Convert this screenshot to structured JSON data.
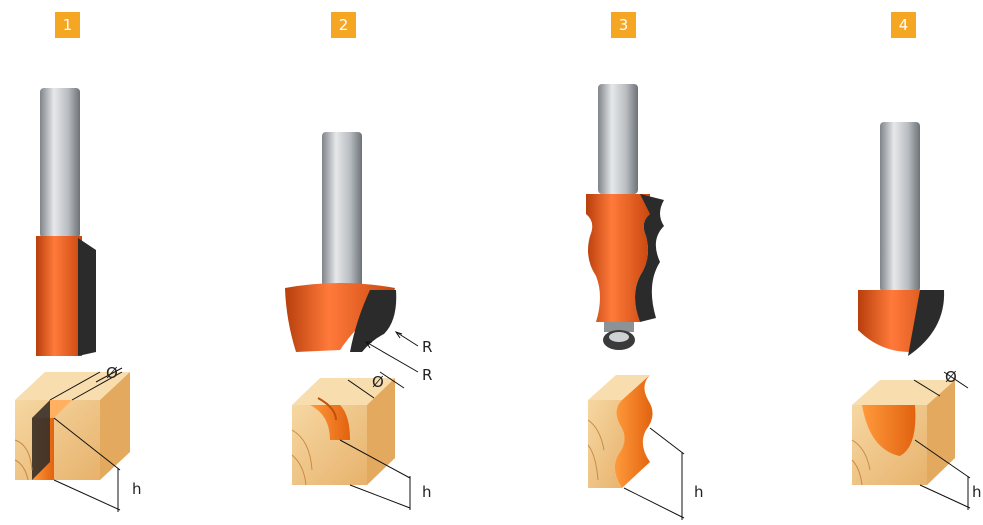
{
  "colors": {
    "badge": "#f5a623",
    "cutter": "#e0561a",
    "cutter_dark": "#9c3208",
    "shank": "#b9bdc1",
    "blade": "#2b2b2b",
    "wood": "#f2c98a",
    "wood_dark": "#d9a35c",
    "groove": "#f07a20"
  },
  "items": [
    {
      "number": "1",
      "labels": {
        "diameter": "Ø",
        "height": "h"
      }
    },
    {
      "number": "2",
      "labels": {
        "diameter": "Ø",
        "height": "h",
        "radius_top": "R",
        "radius_bottom": "R"
      }
    },
    {
      "number": "3",
      "labels": {
        "height": "h"
      }
    },
    {
      "number": "4",
      "labels": {
        "diameter": "Ø",
        "height": "h"
      }
    }
  ]
}
